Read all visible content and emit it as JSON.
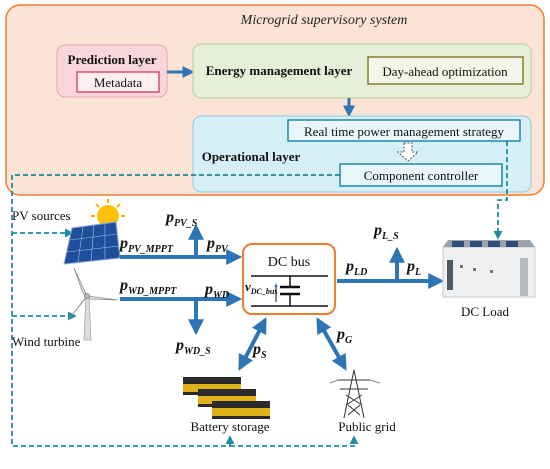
{
  "supervisory": {
    "title": "Microgrid supervisory system",
    "prediction_layer": "Prediction layer",
    "metadata": "Metadata",
    "energy_layer": "Energy management layer",
    "day_ahead": "Day-ahead optimization",
    "realtime": "Real time power management strategy",
    "operational_layer": "Operational layer",
    "component_controller": "Component controller"
  },
  "sources": {
    "pv": "PV sources",
    "wind": "Wind turbine",
    "battery": "Battery storage",
    "grid": "Public grid",
    "load": "DC Load"
  },
  "dc_bus": {
    "label": "DC bus",
    "voltage_main": "v",
    "voltage_sub": "DC_bus"
  },
  "flows": {
    "pv_s_main": "p",
    "pv_s_sub": "PV_S",
    "pv_mppt_main": "p",
    "pv_mppt_sub": "PV_MPPT",
    "pv_main": "p",
    "pv_sub": "PV",
    "wd_mppt_main": "p",
    "wd_mppt_sub": "WD_MPPT",
    "wd_main": "p",
    "wd_sub": "WD",
    "wd_s_main": "p",
    "wd_s_sub": "WD_S",
    "s_main": "p",
    "s_sub": "S",
    "g_main": "p",
    "g_sub": "G",
    "ld_main": "p",
    "ld_sub": "LD",
    "l_main": "p",
    "l_sub": "L",
    "l_s_main": "p",
    "l_s_sub": "L_S"
  },
  "colors": {
    "flow_blue": "#2e75b6",
    "dash_teal": "#1f8aa3",
    "orange": "#ed7d31",
    "supervisory_bg": "#fbe3d6",
    "prediction_bg": "#f9d5dc",
    "energy_bg": "#e6efd8",
    "operational_bg": "#d6eef6"
  }
}
